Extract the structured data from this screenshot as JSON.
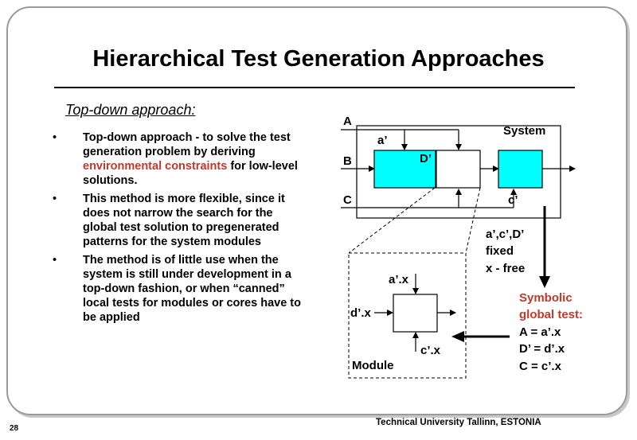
{
  "slide": {
    "title": "Hierarchical Test Generation Approaches",
    "subtitle": "Top-down approach:",
    "footer": "Technical University Tallinn, ESTONIA",
    "page_number": "28"
  },
  "bullets": [
    {
      "pre": "Top-down approach - to solve the test generation problem by deriving ",
      "highlight": "environmental constraints",
      "post": " for low-level solutions."
    },
    {
      "pre": "This method is more flexible, since it does not narrow the search for the global test solution to pregenerated patterns for the system modules",
      "highlight": "",
      "post": ""
    },
    {
      "pre": "The method is of little use when the system is still under development in a top-down fashion, or when “canned” local tests for modules or cores have to be applied",
      "highlight": "",
      "post": ""
    }
  ],
  "diagram": {
    "system_label": "System",
    "input_a": "A",
    "input_b": "B",
    "input_c": "C",
    "signal_a": "a’",
    "signal_d": "D’",
    "signal_c": "c’",
    "fixed_line1": "a’,c’,D’",
    "fixed_line2": "fixed",
    "fixed_line3": "x - free",
    "module_label": "Module",
    "module_in_top": "a’.x",
    "module_in_left": "d’.x",
    "module_in_bottom": "c’.x",
    "test_title1": "Symbolic",
    "test_title2": "global test:",
    "test_eq1": "A = a’.x",
    "test_eq2": "D’ = d’.x",
    "test_eq3": "C = c’.x"
  },
  "colors": {
    "highlight": "#c0392b",
    "module_fill": "#00ffff",
    "frame": "#9a9a9a"
  }
}
